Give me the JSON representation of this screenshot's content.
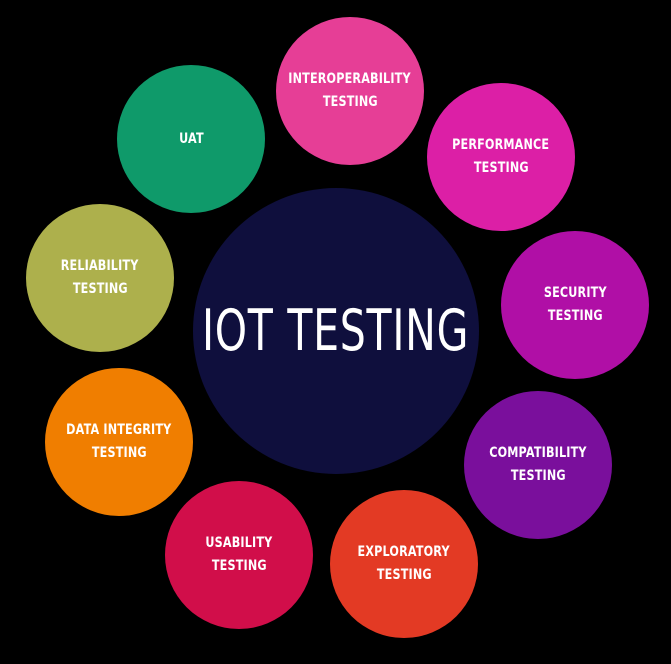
{
  "center": {
    "label": "IOT TESTING",
    "color": "#0f0f3d"
  },
  "nodes": [
    {
      "id": "interoperability",
      "lines": [
        "INTEROPERABILITY",
        "TESTING"
      ],
      "color": "#e63e96"
    },
    {
      "id": "performance",
      "lines": [
        "PERFORMANCE",
        "TESTING"
      ],
      "color": "#dc1fa6"
    },
    {
      "id": "security",
      "lines": [
        "SECURITY",
        "TESTING"
      ],
      "color": "#b00fa6"
    },
    {
      "id": "compatibility",
      "lines": [
        "COMPATIBILITY",
        "TESTING"
      ],
      "color": "#7a0f9c"
    },
    {
      "id": "exploratory",
      "lines": [
        "EXPLORATORY",
        "TESTING"
      ],
      "color": "#e33a24"
    },
    {
      "id": "usability",
      "lines": [
        "USABILITY",
        "TESTING"
      ],
      "color": "#d10e4a"
    },
    {
      "id": "data-integrity",
      "lines": [
        "DATA INTEGRITY",
        "TESTING"
      ],
      "color": "#f07e00"
    },
    {
      "id": "reliability",
      "lines": [
        "RELIABILITY",
        "TESTING"
      ],
      "color": "#adb04c"
    },
    {
      "id": "uat",
      "lines": [
        "UAT"
      ],
      "color": "#0f9a6a"
    }
  ]
}
